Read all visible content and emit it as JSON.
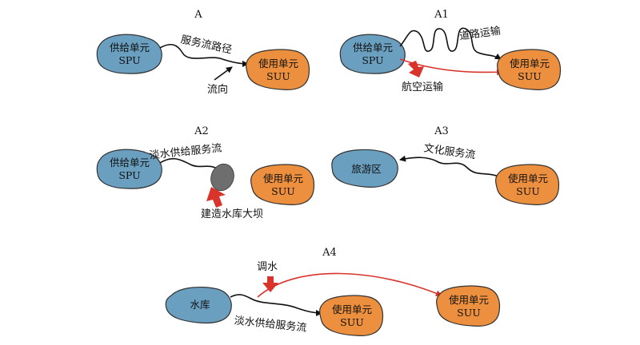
{
  "colors": {
    "supply_fill": "#6a9fc0",
    "use_fill": "#ec8f3e",
    "blob_stroke": "#333333",
    "flow_line": "#111111",
    "red_flow": "#d9342b",
    "dam_fill": "#6e6e6e"
  },
  "panels": {
    "a": {
      "title": "A",
      "spu": [
        "供给单元",
        "SPU"
      ],
      "suu": [
        "使用单元",
        "SUU"
      ],
      "path_label": "服务流路径",
      "direction_label": "流向"
    },
    "a1": {
      "title": "A1",
      "spu": [
        "供给单元",
        "SPU"
      ],
      "suu": [
        "使用单元",
        "SUU"
      ],
      "road_label": "道路运输",
      "air_label": "航空运输"
    },
    "a2": {
      "title": "A2",
      "spu": [
        "供给单元",
        "SPU"
      ],
      "suu": [
        "使用单元",
        "SUU"
      ],
      "flow_label": "淡水供给服务流",
      "dam_label": "建造水库大坝"
    },
    "a3": {
      "title": "A3",
      "place": "旅游区",
      "suu": [
        "使用单元",
        "SUU"
      ],
      "flow_label": "文化服务流"
    },
    "a4": {
      "title": "A4",
      "reservoir": "水库",
      "suu1": [
        "使用单元",
        "SUU"
      ],
      "suu2": [
        "使用单元",
        "SUU"
      ],
      "transfer_label": "调水",
      "flow_label": "淡水供给服务流"
    }
  }
}
